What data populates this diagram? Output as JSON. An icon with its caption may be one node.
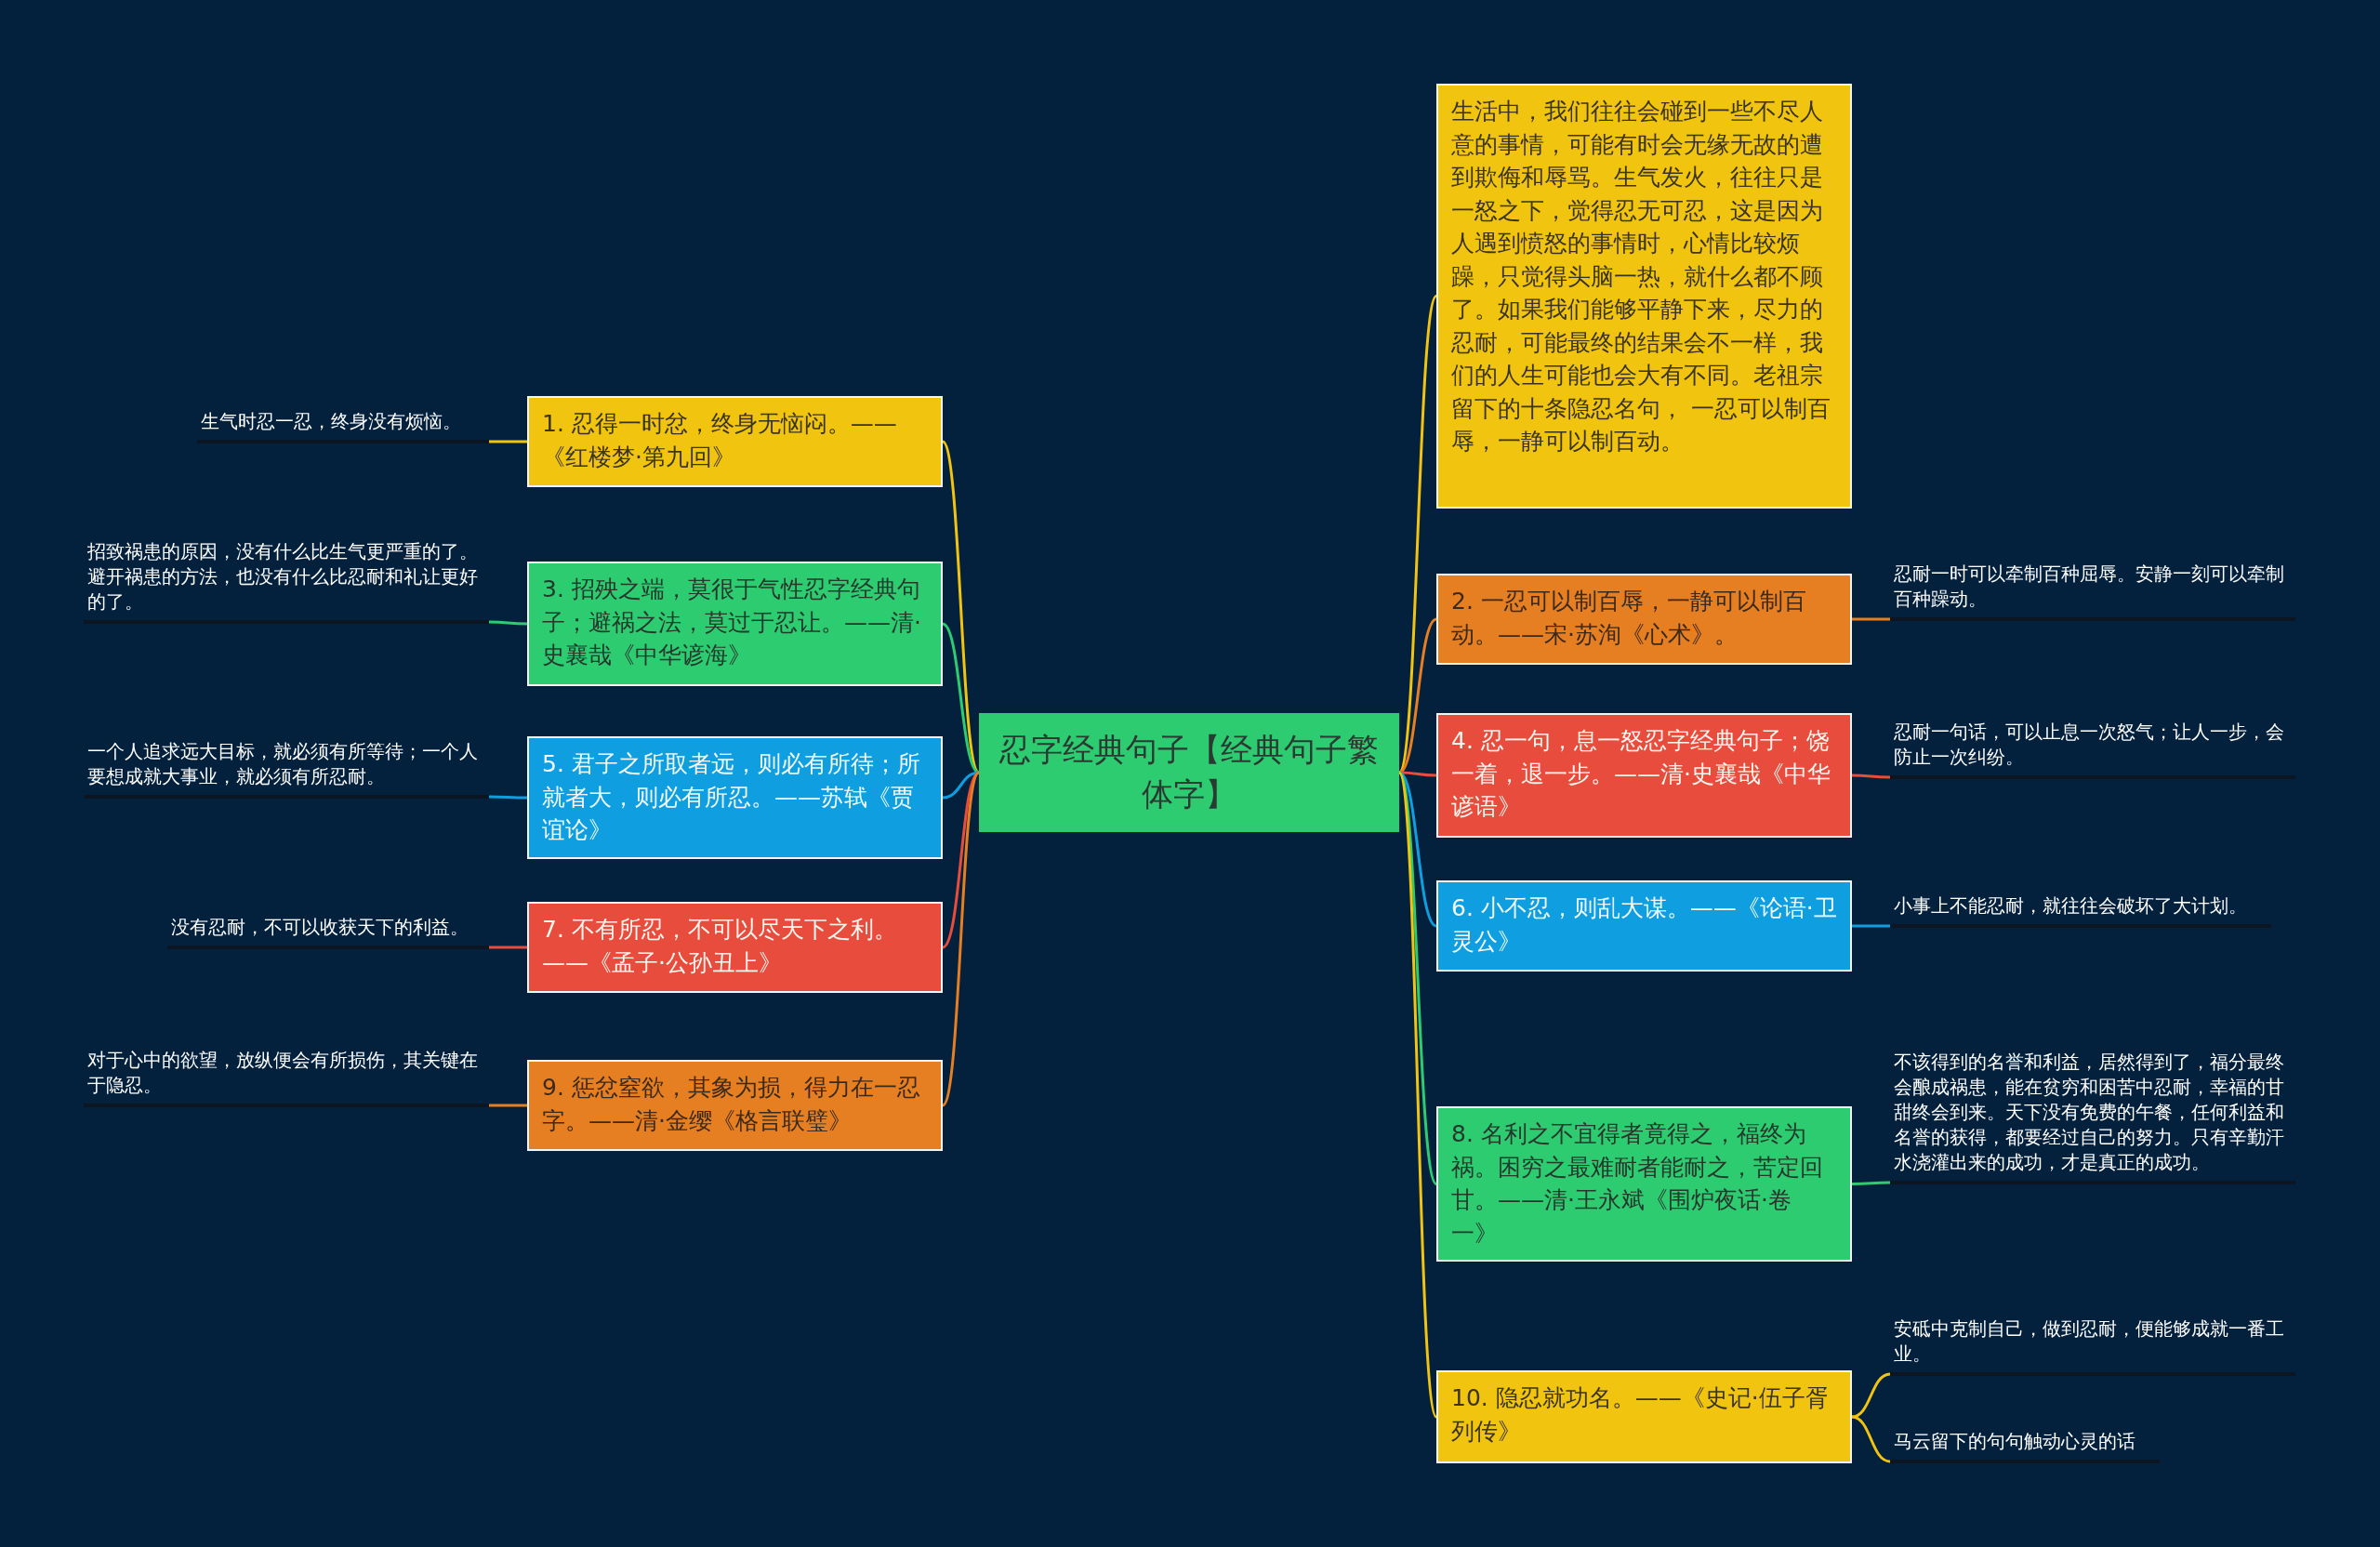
{
  "diagram": {
    "nodes": [
      {
        "text": [
          "忍字经典句子【经典句子繁体字】"
        ]
      },
      {
        "text": [
          "生活中，我们往往会碰到一些不尽人意的事情，可能有时会无缘无故的遭到欺侮和辱骂。生气发火，往往只是一怒之下，觉得忍无可忍，这是因为人遇到愤怒的事情时，心情比较烦躁，只觉得头脑一热，就什么都不顾了。如果我们能够平静下来，尽力的忍耐，可能最终的结果会不一样，我们的人生可能也会大有不同。老祖宗留下的十条隐忍名句， 一忍可以制百辱，一静可以制百动。"
        ]
      },
      {
        "text": [
          "1. 忍得一时忿，终身无恼闷。——《红楼梦·第九回》"
        ]
      },
      {
        "text": [
          "2. 一忍可以制百辱，一静可以制百动。——宋·苏洵《心术》。"
        ]
      },
      {
        "text": [
          "3. 招殃之端，莫很于气性忍字经典句子；避祸之法，莫过于忍让。——清·史襄哉《中华谚海》"
        ]
      },
      {
        "text": [
          "4. 忍一句，息一怒忍字经典句子；饶一着，退一步。——清·史襄哉《中华谚语》"
        ]
      },
      {
        "text": [
          "5. 君子之所取者远，则必有所待；所就者大，则必有所忍。——苏轼《贾谊论》"
        ]
      },
      {
        "text": [
          "6. 小不忍，则乱大谋。——《论语·卫灵公》"
        ]
      },
      {
        "text": [
          "7. 不有所忍，不可以尽天下之利。——《孟子·公孙丑上》"
        ]
      },
      {
        "text": [
          "8. 名利之不宜得者竟得之，福终为祸。困穷之最难耐者能耐之，苦定回甘。——清·王永斌《围炉夜话·卷一》"
        ]
      },
      {
        "text": [
          "9. 惩忿窒欲，其象为损，得力在一忍字。——清·金缨《格言联璧》"
        ]
      },
      {
        "text": [
          "10. 隐忍就功名。——《史记·伍子胥列传》"
        ]
      },
      {
        "text": [
          "生气时忍一忍，终身没有烦恼。"
        ]
      },
      {
        "text": [
          "忍耐一时可以牵制百种屈辱。安静一刻可以牵制百种躁动。"
        ]
      },
      {
        "text": [
          "招致祸患的原因，没有什么比生气更严重的了。避开祸患的方法，也没有什么比忍耐和礼让更好的了。"
        ]
      },
      {
        "text": [
          "忍耐一句话，可以止息一次怒气；让人一步，会防止一次纠纷。"
        ]
      },
      {
        "text": [
          "一个人追求远大目标，就必须有所等待；一个人要想成就大事业，就必须有所忍耐。"
        ]
      },
      {
        "text": [
          "小事上不能忍耐，就往往会破坏了大计划。"
        ]
      },
      {
        "text": [
          "没有忍耐，不可以收获天下的利益。"
        ]
      },
      {
        "text": [
          "不该得到的名誉和利益，居然得到了，福分最终会酿成祸患，能在贫穷和困苦中忍耐，幸福的甘甜终会到来。天下没有免费的午餐，任何利益和名誉的获得，都要经过自己的努力。只有辛勤汗水浇灌出来的成功，才是真正的成功。"
        ]
      },
      {
        "text": [
          "对于心中的欲望，放纵便会有所损伤，其关键在于隐忍。"
        ]
      },
      {
        "text": [
          "安砥中克制自己，做到忍耐，便能够成就一番工业。"
        ]
      },
      {
        "text": [
          "马云留下的句句触动心灵的话"
        ]
      }
    ],
    "edges": [
      {
        "from": 0,
        "to": 1,
        "arrow": "none",
        "color": "#f1c40f"
      },
      {
        "from": 0,
        "to": 2,
        "arrow": "none",
        "color": "#f1c40f"
      },
      {
        "from": 0,
        "to": 3,
        "arrow": "none",
        "color": "#e67e22"
      },
      {
        "from": 0,
        "to": 4,
        "arrow": "none",
        "color": "#2ecc71"
      },
      {
        "from": 0,
        "to": 5,
        "arrow": "none",
        "color": "#e74c3c"
      },
      {
        "from": 0,
        "to": 6,
        "arrow": "none",
        "color": "#0f9fe0"
      },
      {
        "from": 0,
        "to": 7,
        "arrow": "none",
        "color": "#0f9fe0"
      },
      {
        "from": 0,
        "to": 8,
        "arrow": "none",
        "color": "#e74c3c"
      },
      {
        "from": 0,
        "to": 9,
        "arrow": "none",
        "color": "#2ecc71"
      },
      {
        "from": 0,
        "to": 10,
        "arrow": "none",
        "color": "#e67e22"
      },
      {
        "from": 0,
        "to": 11,
        "arrow": "none",
        "color": "#f1c40f"
      },
      {
        "from": 2,
        "to": 12,
        "arrow": "none",
        "color": "#f1c40f"
      },
      {
        "from": 3,
        "to": 13,
        "arrow": "none",
        "color": "#e67e22"
      },
      {
        "from": 4,
        "to": 14,
        "arrow": "none",
        "color": "#2ecc71"
      },
      {
        "from": 5,
        "to": 15,
        "arrow": "none",
        "color": "#e74c3c"
      },
      {
        "from": 6,
        "to": 16,
        "arrow": "none",
        "color": "#0f9fe0"
      },
      {
        "from": 7,
        "to": 17,
        "arrow": "none",
        "color": "#0f9fe0"
      },
      {
        "from": 8,
        "to": 18,
        "arrow": "none",
        "color": "#e74c3c"
      },
      {
        "from": 9,
        "to": 19,
        "arrow": "none",
        "color": "#2ecc71"
      },
      {
        "from": 10,
        "to": 20,
        "arrow": "none",
        "color": "#e67e22"
      },
      {
        "from": 11,
        "to": 21,
        "arrow": "none",
        "color": "#f1c40f"
      },
      {
        "from": 11,
        "to": 22,
        "arrow": "none",
        "color": "#f1c40f"
      }
    ]
  }
}
